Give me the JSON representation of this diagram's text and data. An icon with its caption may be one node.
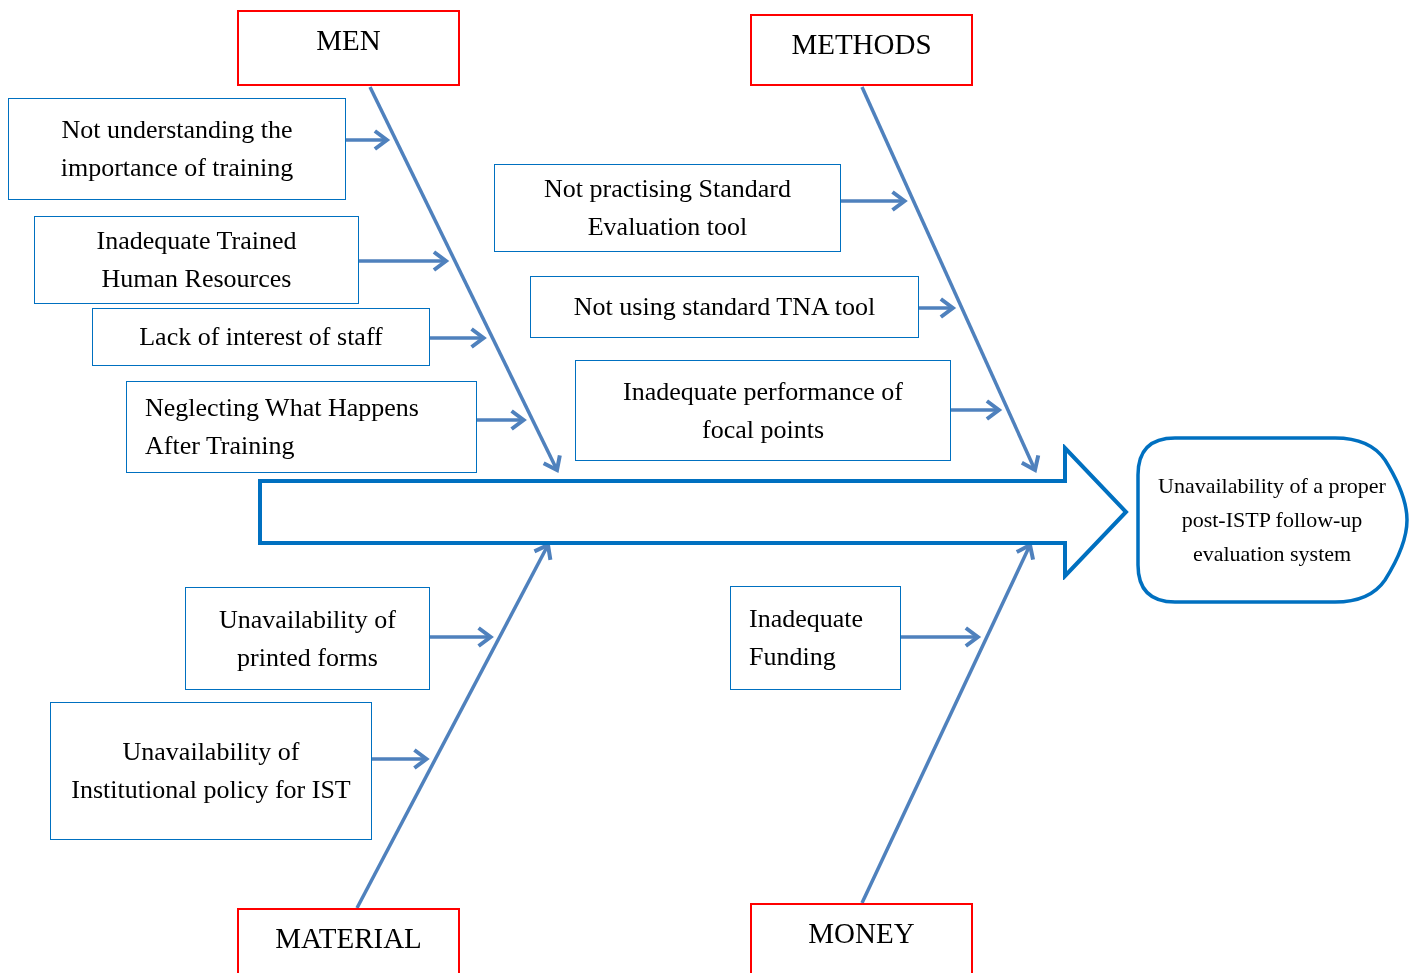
{
  "diagram": {
    "nodes": [
      {
        "text": [
          "MEN"
        ]
      },
      {
        "text": [
          "Not understanding the importance of training"
        ]
      },
      {
        "text": [
          "Inadequate Trained Human Resources"
        ]
      },
      {
        "text": [
          "Lack of interest of staff"
        ]
      },
      {
        "text": [
          "Neglecting What Happens After Training"
        ]
      },
      {
        "text": [
          "METHODS"
        ]
      },
      {
        "text": [
          "Not practising Standard Evaluation tool"
        ]
      },
      {
        "text": [
          "Not using standard TNA tool"
        ]
      },
      {
        "text": [
          "Inadequate performance of focal points"
        ]
      },
      {
        "text": [],
        "shape": "arrow"
      },
      {
        "text": [
          "Unavailability of a proper post-ISTP follow-up evaluation system"
        ]
      },
      {
        "text": [
          "Unavailability of printed forms"
        ]
      },
      {
        "text": [
          "Unavailability of Institutional policy for IST"
        ]
      },
      {
        "text": [
          "Inadequate Funding"
        ]
      },
      {
        "text": [
          "MATERIAL"
        ]
      },
      {
        "text": [
          "MONEY"
        ]
      }
    ],
    "edges": [
      {
        "from": 0,
        "to": 9,
        "arrow": "to"
      },
      {
        "from": 5,
        "to": 9,
        "arrow": "to"
      },
      {
        "from": 14,
        "to": 9,
        "arrow": "to"
      },
      {
        "from": 15,
        "to": 9,
        "arrow": "to"
      },
      {
        "from": 1,
        "to": null,
        "arrow": "to"
      },
      {
        "from": 2,
        "to": null,
        "arrow": "to"
      },
      {
        "from": 3,
        "to": null,
        "arrow": "to"
      },
      {
        "from": 4,
        "to": null,
        "arrow": "to"
      },
      {
        "from": 6,
        "to": null,
        "arrow": "to"
      },
      {
        "from": 7,
        "to": null,
        "arrow": "to"
      },
      {
        "from": 8,
        "to": null,
        "arrow": "to"
      },
      {
        "from": 11,
        "to": null,
        "arrow": "to"
      },
      {
        "from": 12,
        "to": null,
        "arrow": "to"
      },
      {
        "from": 13,
        "to": null,
        "arrow": "to"
      }
    ]
  }
}
